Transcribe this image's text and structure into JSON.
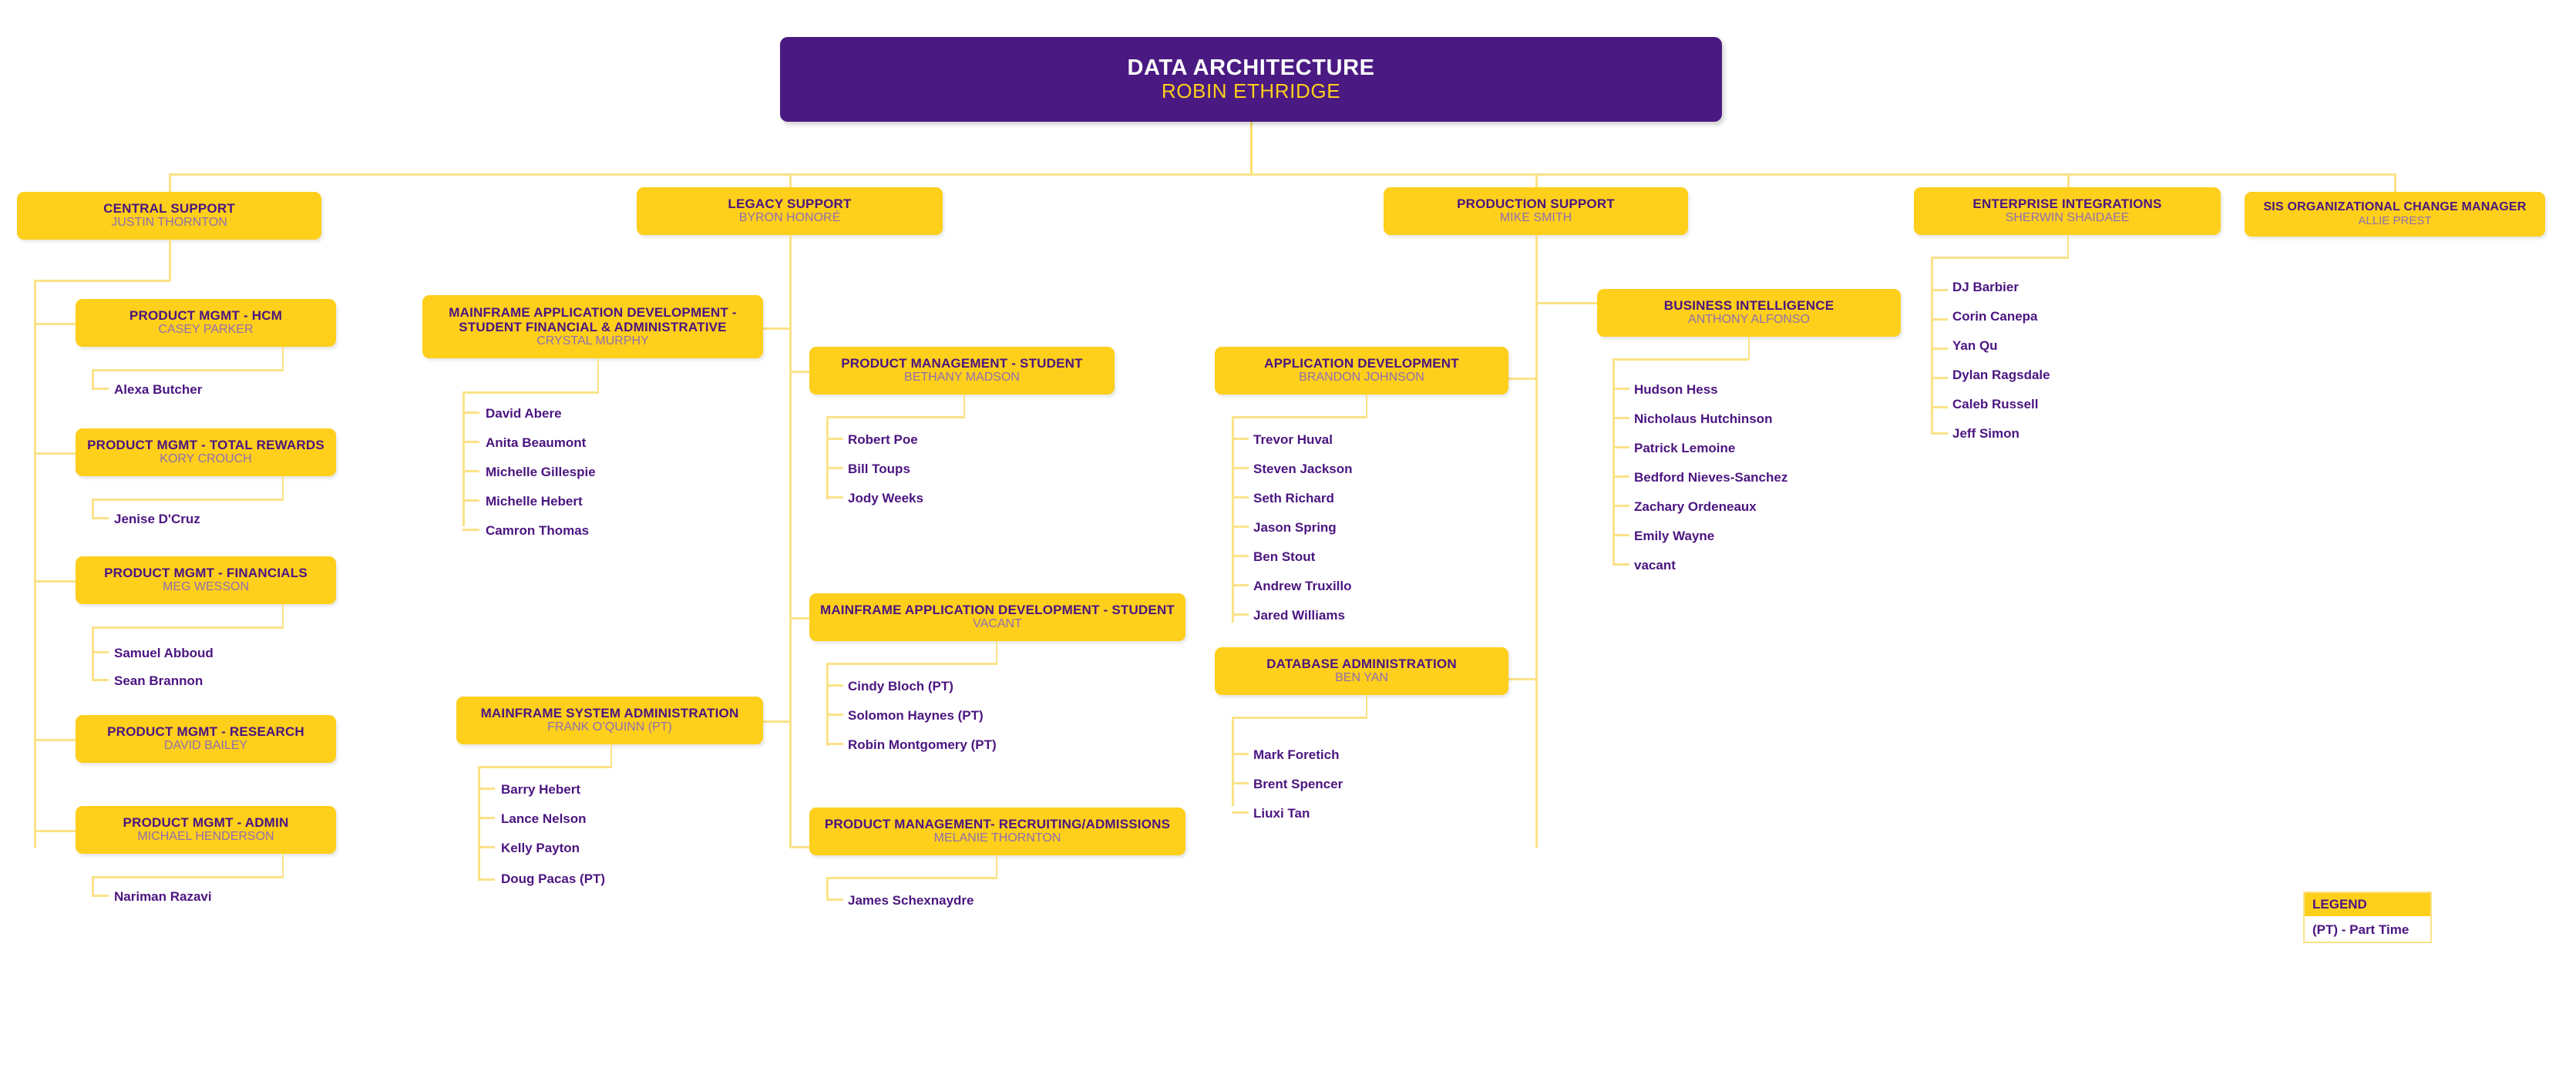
{
  "chart_type": "org-chart",
  "colors": {
    "root_fill": "#4a1a82",
    "node_fill": "#fecf1b",
    "connector": "#fbdf6e",
    "title_text": "#4b1580",
    "subtitle_text": "#8f6fb0",
    "root_title_text": "#ffffff",
    "root_subtitle_text": "#fecf1b",
    "background": "#ffffff"
  },
  "root": {
    "title": "DATA ARCHITECTURE",
    "name": "ROBIN ETHRIDGE"
  },
  "divisions": {
    "central_support": {
      "title": "CENTRAL SUPPORT",
      "name": "JUSTIN THORNTON",
      "children": [
        {
          "title": "PRODUCT MGMT - HCM",
          "name": "CASEY PARKER",
          "people": [
            "Alexa Butcher"
          ]
        },
        {
          "title": "PRODUCT MGMT - TOTAL REWARDS",
          "name": "KORY CROUCH",
          "people": [
            "Jenise D'Cruz"
          ]
        },
        {
          "title": "PRODUCT MGMT - FINANCIALS",
          "name": "MEG WESSON",
          "people": [
            "Samuel Abboud",
            "Sean Brannon"
          ]
        },
        {
          "title": "PRODUCT MGMT - RESEARCH",
          "name": "DAVID BAILEY",
          "people": []
        },
        {
          "title": "PRODUCT MGMT - ADMIN",
          "name": "MICHAEL HENDERSON",
          "people": [
            "Nariman Razavi"
          ]
        }
      ]
    },
    "legacy_support": {
      "title": "LEGACY SUPPORT",
      "name": "BYRON HONORÉ",
      "children": [
        {
          "title": "MAINFRAME APPLICATION  DEVELOPMENT - STUDENT FINANCIAL & ADMINISTRATIVE",
          "name": "CRYSTAL MURPHY",
          "people": [
            "David Abere",
            "Anita Beaumont",
            "Michelle Gillespie",
            "Michelle Hebert",
            "Camron Thomas"
          ]
        },
        {
          "title": "MAINFRAME SYSTEM ADMINISTRATION",
          "name": "FRANK O’QUINN (PT)",
          "people": [
            "Barry Hebert",
            "Lance Nelson",
            "Kelly Payton",
            "Doug Pacas (PT)"
          ]
        },
        {
          "title": "PRODUCT MANAGEMENT - STUDENT",
          "name": "BETHANY MADSON",
          "people": [
            "Robert Poe",
            "Bill Toups",
            "Jody Weeks"
          ]
        },
        {
          "title": "MAINFRAME APPLICATION DEVELOPMENT - STUDENT",
          "name": "VACANT",
          "people": [
            "Cindy Bloch (PT)",
            "Solomon Haynes (PT)",
            "Robin Montgomery (PT)"
          ]
        },
        {
          "title": "PRODUCT MANAGEMENT- RECRUITING/ADMISSIONS",
          "name": "MELANIE THORNTON",
          "people": [
            "James Schexnaydre"
          ]
        }
      ]
    },
    "production_support": {
      "title": "PRODUCTION SUPPORT",
      "name": "MIKE SMITH",
      "children": [
        {
          "title": "BUSINESS INTELLIGENCE",
          "name": "ANTHONY ALFONSO",
          "people": [
            "Hudson Hess",
            "Nicholaus Hutchinson",
            "Patrick Lemoine",
            "Bedford Nieves-Sanchez",
            "Zachary Ordeneaux",
            "Emily Wayne",
            "vacant"
          ]
        },
        {
          "title": "APPLICATION DEVELOPMENT",
          "name": "BRANDON JOHNSON",
          "people": [
            "Trevor Huval",
            "Steven Jackson",
            "Seth Richard",
            "Jason Spring",
            "Ben Stout",
            "Andrew Truxillo",
            "Jared Williams"
          ]
        },
        {
          "title": "DATABASE ADMINISTRATION",
          "name": "BEN YAN",
          "people": [
            "Mark Foretich",
            "Brent Spencer",
            "Liuxi Tan"
          ]
        }
      ]
    },
    "enterprise_integrations": {
      "title": "ENTERPRISE INTEGRATIONS",
      "name": "SHERWIN SHAIDAEE",
      "people": [
        "DJ Barbier",
        "Corin Canepa",
        "Yan Qu",
        "Dylan Ragsdale",
        "Caleb Russell",
        "Jeff Simon"
      ]
    },
    "sis_change_manager": {
      "title": "SIS ORGANIZATIONAL CHANGE MANAGER",
      "name": "ALLIE PREST",
      "people": []
    }
  },
  "legend": {
    "header": "LEGEND",
    "body": "(PT) - Part Time"
  }
}
